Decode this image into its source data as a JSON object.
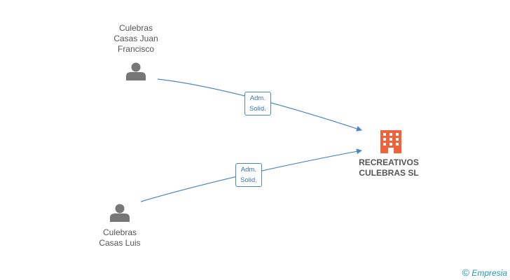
{
  "nodes": {
    "person1": {
      "name_lines": [
        "Culebras",
        "Casas Juan",
        "Francisco"
      ],
      "icon": "person-icon"
    },
    "person2": {
      "name_lines": [
        "Culebras",
        "Casas Luis"
      ],
      "icon": "person-icon"
    },
    "company": {
      "name_lines": [
        "RECREATIVOS",
        "CULEBRAS SL"
      ],
      "icon": "building-icon"
    }
  },
  "edges": [
    {
      "from": "person1",
      "to": "company",
      "label_lines": [
        "Adm.",
        "Solid."
      ]
    },
    {
      "from": "person2",
      "to": "company",
      "label_lines": [
        "Adm.",
        "Solid."
      ]
    }
  ],
  "colors": {
    "edge": "#4a86c8",
    "person_icon": "#777777",
    "company_icon": "#f0623a",
    "text": "#555555"
  },
  "brand": {
    "copyright_symbol": "©",
    "name": "Empresia"
  }
}
